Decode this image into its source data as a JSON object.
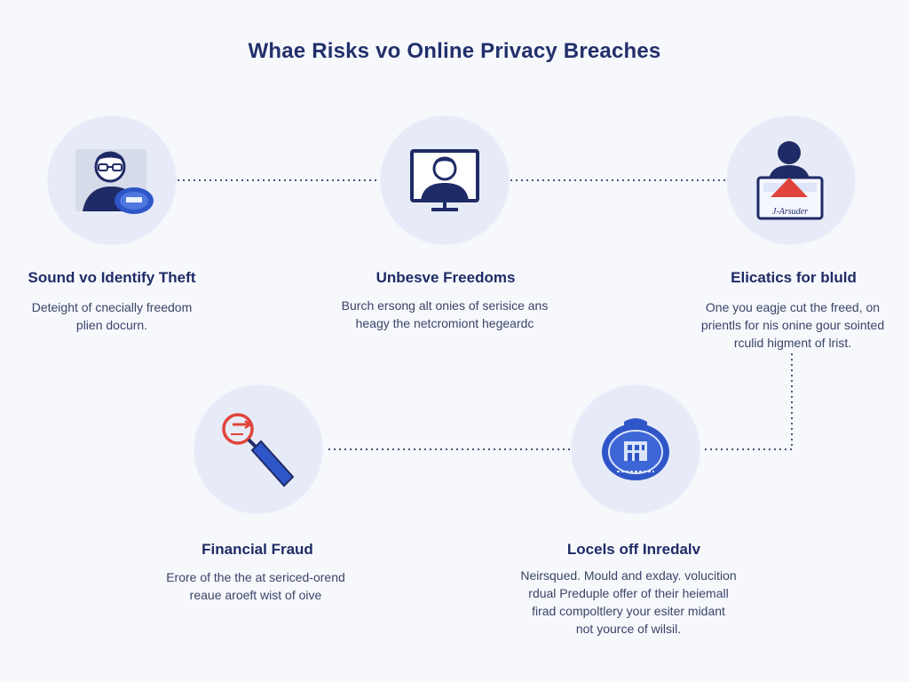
{
  "title": "Whae Risks vo Online Privacy Breaches",
  "colors": {
    "accent": "#2f56c8",
    "navy": "#1f2b66",
    "red": "#e1443a",
    "node_bg": "#e6ebf7"
  },
  "items": [
    {
      "label": "Sound vo Identify Theft",
      "icon": "person-badge-icon",
      "lines": [
        "Deteight of cnecially freedom",
        "plien docurn."
      ]
    },
    {
      "label": "Unbesve Freedoms",
      "icon": "monitor-person-icon",
      "lines": [
        "Burch ersong alt onies of serisice ans",
        "heagy the netcromiont hegeardc"
      ]
    },
    {
      "label": "Elicatics for bluld",
      "icon": "person-warning-card-icon",
      "card_text": "J-Arsuder",
      "lines": [
        "One you eagje cut the freed, on",
        "prientls for nis onine gour sointed",
        "rculid higment of lrist."
      ]
    },
    {
      "label": "Financial Fraud",
      "icon": "magnifier-icon",
      "lines": [
        "Erore of the the at sericed-orend",
        "reaue aroeft wist of oive"
      ]
    },
    {
      "label": "Locels off Inredalv",
      "icon": "shield-building-icon",
      "lines": [
        "Neirsqued. Mould and exday. volucition",
        "rdual Preduple offer of their heiemall",
        "firad compoltlery your esiter midant",
        "not yource of wilsil."
      ]
    }
  ]
}
